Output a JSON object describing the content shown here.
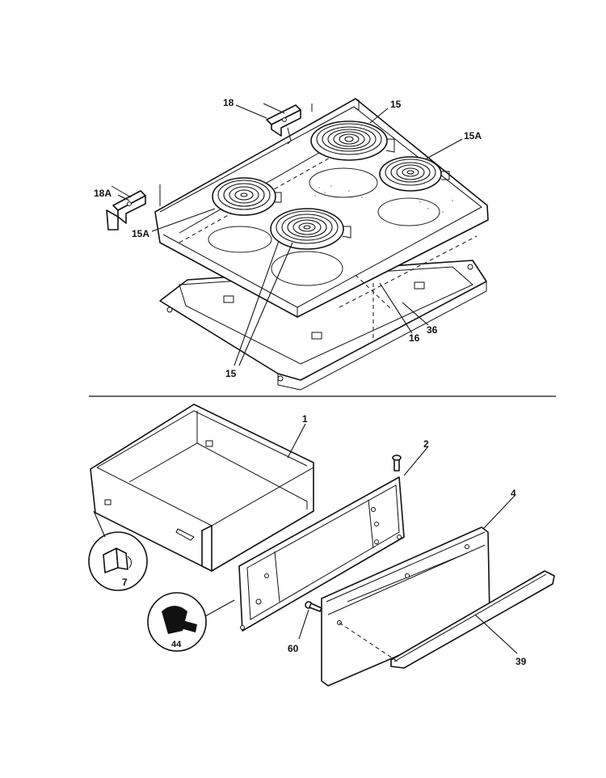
{
  "header": {
    "left_text": "",
    "right_text": ""
  },
  "callouts": {
    "c18": "18",
    "c15_top": "15",
    "c15a_right": "15A",
    "c18a": "18A",
    "c15a_left": "15A",
    "c15_bottom": "15",
    "c16": "16",
    "c36": "36",
    "c1": "1",
    "c2": "2",
    "c4": "4",
    "c7": "7",
    "c44": "44",
    "c60": "60",
    "c39": "39"
  }
}
